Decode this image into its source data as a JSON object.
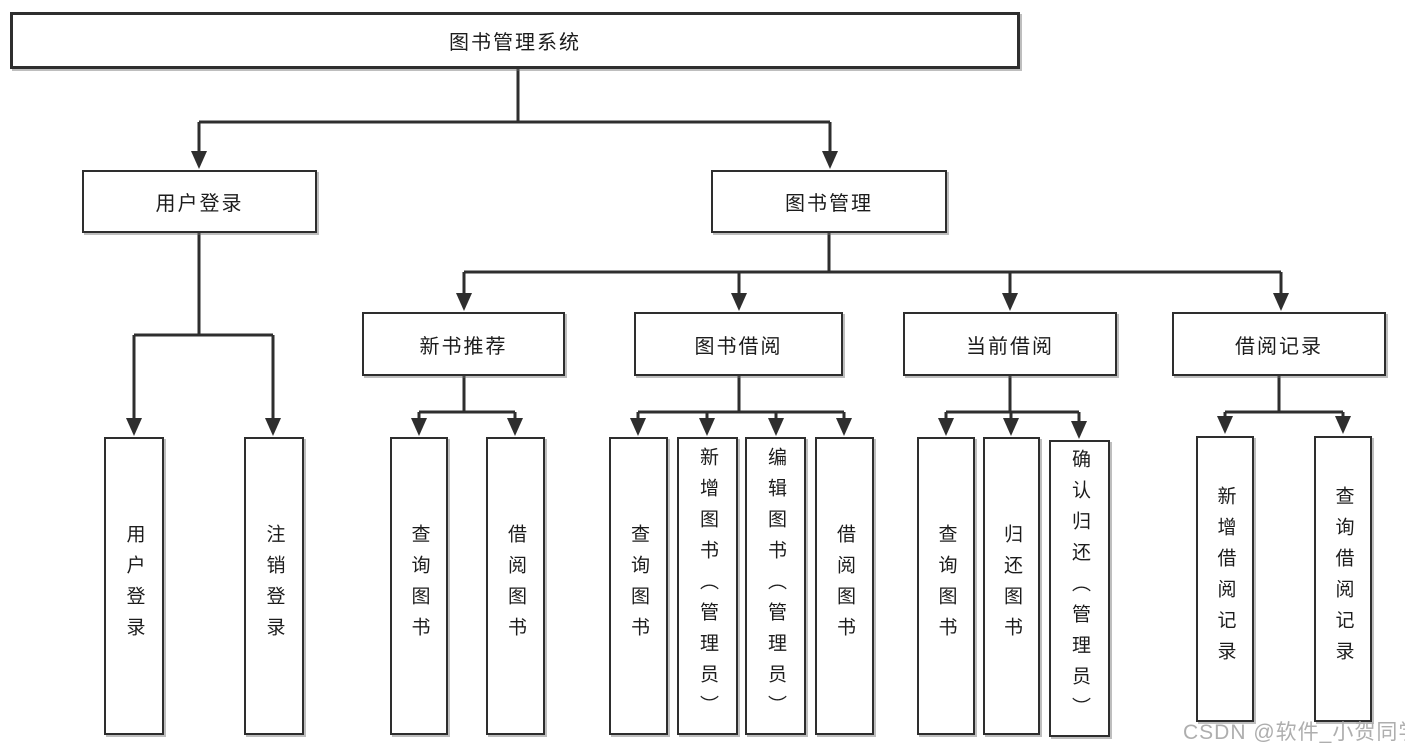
{
  "diagram": {
    "root_label": "图书管理系统",
    "level2": [
      {
        "label": "用户登录"
      },
      {
        "label": "图书管理"
      }
    ],
    "level3": [
      {
        "label": "新书推荐",
        "parent": "图书管理"
      },
      {
        "label": "图书借阅",
        "parent": "图书管理"
      },
      {
        "label": "当前借阅",
        "parent": "图书管理"
      },
      {
        "label": "借阅记录",
        "parent": "图书管理"
      }
    ],
    "leaves": [
      {
        "label": "用户登录",
        "parent": "用户登录"
      },
      {
        "label": "注销登录",
        "parent": "用户登录"
      },
      {
        "label": "查询图书",
        "parent": "新书推荐"
      },
      {
        "label": "借阅图书",
        "parent": "新书推荐"
      },
      {
        "label": "查询图书",
        "parent": "图书借阅"
      },
      {
        "label": "新增图书（管理员）",
        "parent": "图书借阅"
      },
      {
        "label": "编辑图书（管理员）",
        "parent": "图书借阅"
      },
      {
        "label": "借阅图书",
        "parent": "图书借阅"
      },
      {
        "label": "查询图书",
        "parent": "当前借阅"
      },
      {
        "label": "归还图书",
        "parent": "当前借阅"
      },
      {
        "label": "确认归还（管理员）",
        "parent": "当前借阅"
      },
      {
        "label": "新增借阅记录",
        "parent": "借阅记录"
      },
      {
        "label": "查询借阅记录",
        "parent": "借阅记录"
      }
    ],
    "watermark": "CSDN @软件_小贺同学",
    "colors": {
      "line": "#2e2e2e",
      "box_border": "#2e2e2e",
      "box_background": "#ffffff",
      "text": "#1c1c1c",
      "watermark": "#aeaeae",
      "background": "#ffffff"
    }
  }
}
